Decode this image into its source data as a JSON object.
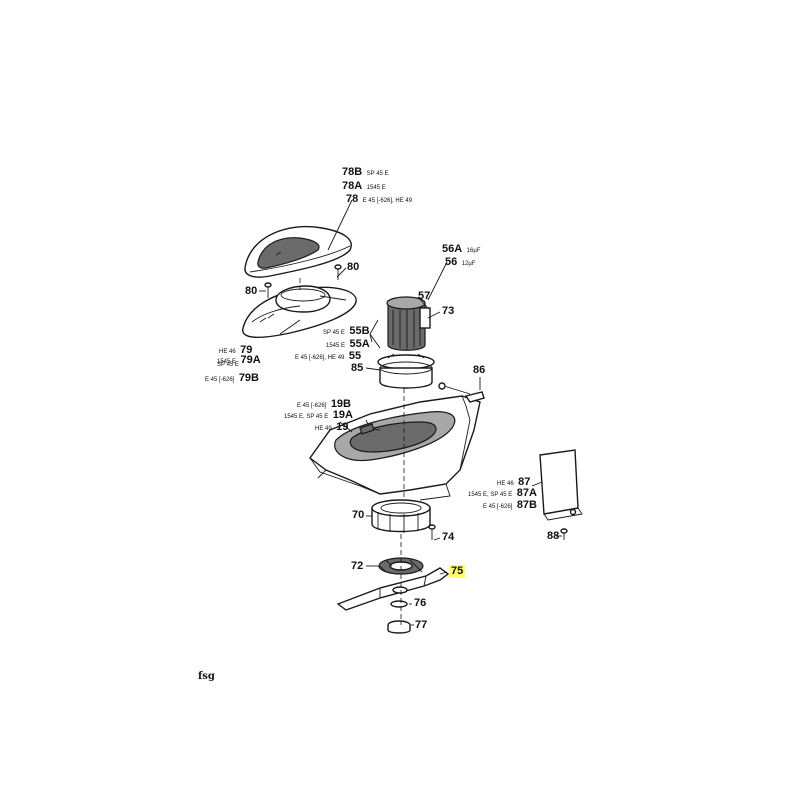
{
  "labels": {
    "n78b": "78B",
    "n78b_note": "SP 45 E",
    "n78a": "78A",
    "n78a_note": "1545 E",
    "n78": "78",
    "n78_note": "E 45 [-626], HE 49",
    "n80a": "80",
    "n80b": "80",
    "n56a": "56A",
    "n56a_note": "16µF",
    "n56": "56",
    "n56_note": "12µF",
    "n57": "57",
    "n73": "73",
    "n55b_note": "SP 45 E",
    "n55b": "55B",
    "n55a_note": "1545 E",
    "n55a": "55A",
    "n55_note": "E 45 [-626], HE 49",
    "n55": "55",
    "n79_note": "HE 46",
    "n79": "79",
    "n79a_note1": "1545 E",
    "n79a": "79A",
    "n79a_note2": "SP 45 E",
    "n79b_note": "E 45 [-626]",
    "n79b": "79B",
    "n85": "85",
    "n86": "86",
    "n19b_note": "E 45 [-626]",
    "n19b": "19B",
    "n19a_note": "1545 E, SP 45 E",
    "n19a": "19A",
    "n19_note": "HE 49",
    "n19": "19",
    "n87_note": "HE 46",
    "n87": "87",
    "n87a_note": "1545 E, SP 45 E",
    "n87a": "87A",
    "n87b_note": "E 45 [-626]",
    "n87b": "87B",
    "n70": "70",
    "n74": "74",
    "n88": "88",
    "n72": "72",
    "n75": "75",
    "n76": "76",
    "n77": "77",
    "footer": "fsg"
  },
  "highlight_color": "#ffff66"
}
